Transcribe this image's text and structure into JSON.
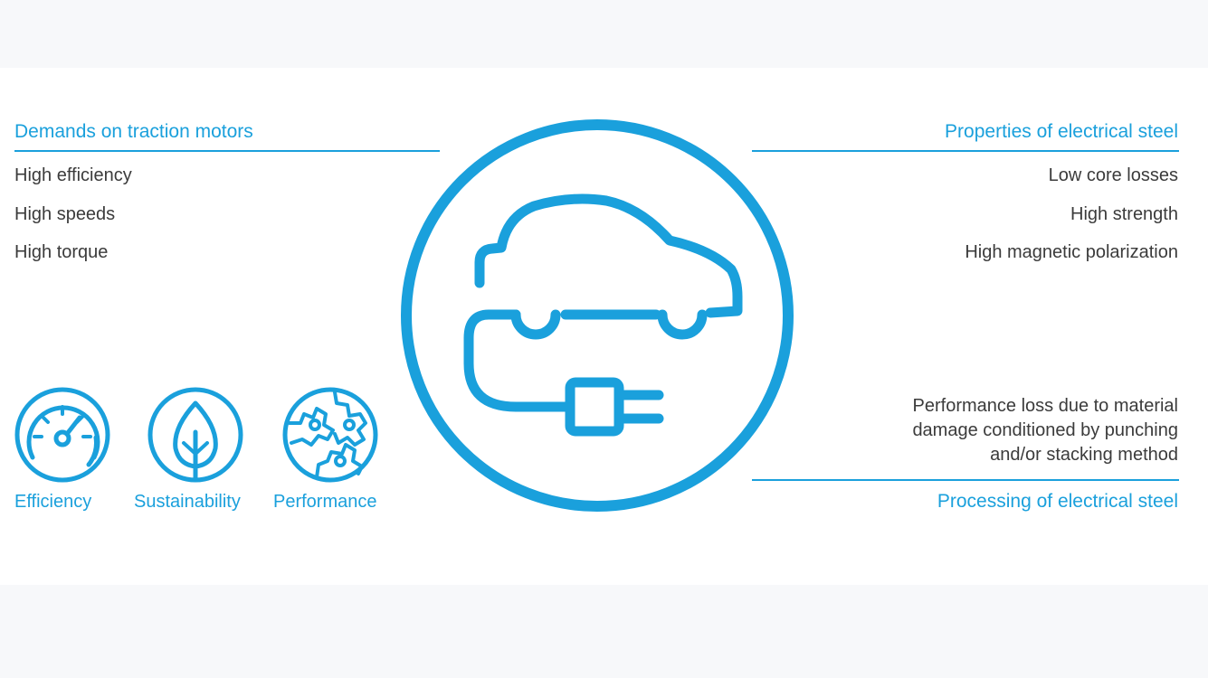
{
  "left": {
    "heading": "Demands on traction motors",
    "items": [
      "High efficiency",
      "High speeds",
      "High torque"
    ]
  },
  "right": {
    "heading": "Properties of electrical steel",
    "items": [
      "Low core losses",
      "High strength",
      "High magnetic polarization"
    ]
  },
  "processing": {
    "note_lines": [
      "Performance loss due to material",
      "damage conditioned by punching",
      "and/or stacking method"
    ],
    "heading": "Processing of electrical steel"
  },
  "icons": [
    {
      "name": "gauge-icon",
      "label": "Efficiency"
    },
    {
      "name": "leaf-icon",
      "label": "Sustainability"
    },
    {
      "name": "gears-globe-icon",
      "label": "Performance"
    }
  ],
  "center_icon": "electric-car-plug-icon",
  "colors": {
    "accent": "#1aa0dc",
    "text": "#3b3b3b",
    "background": "#ffffff"
  }
}
